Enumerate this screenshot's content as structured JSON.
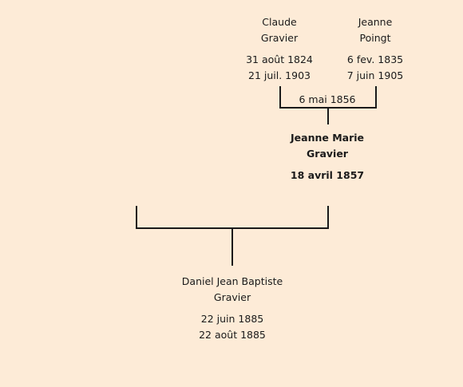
{
  "father": {
    "first_name": "Claude",
    "last_name": "Gravier",
    "birth": "31 août 1824",
    "death": "21 juil. 1903"
  },
  "mother": {
    "first_name": "Jeanne",
    "last_name": "Poingt",
    "birth": "6 fev. 1835",
    "death": "7 juin 1905"
  },
  "marriage": {
    "date": "6 mai 1856"
  },
  "subject": {
    "first_name": "Jeanne Marie",
    "last_name": "Gravier",
    "birth": "18 avril 1857"
  },
  "child": {
    "first_name": "Daniel Jean Baptiste",
    "last_name": "Gravier",
    "birth": "22 juin 1885",
    "death": "22 août 1885"
  }
}
